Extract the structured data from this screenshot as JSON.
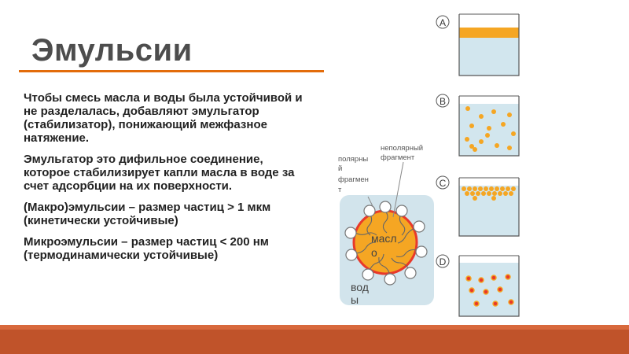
{
  "title": "Эмульсии",
  "paragraphs": [
    "Чтобы смесь масла и воды была устойчивой и не разделалась, добавляют эмульгатор (стабилизатор), понижающий межфазное натяжение.",
    "Эмульгатор это дифильное соединение, которое стабилизирует капли масла в воде за счет адсорбции на их поверхности.",
    "(Макро)эмульсии – размер частиц > 1 мкм (кинетически устойчивые)",
    "Микроэмульсии – размер частиц < 200 нм (термодинамически устойчивые)"
  ],
  "beakers": [
    {
      "letter": "A"
    },
    {
      "letter": "B"
    },
    {
      "letter": "C"
    },
    {
      "letter": "D"
    }
  ],
  "droplet_diagram": {
    "polar_label_lines": [
      "полярны",
      "й",
      "фрагмен",
      "т"
    ],
    "nonpolar_label_lines": [
      "неполярный",
      "фрагмент"
    ],
    "oil_label_lines": [
      "масл",
      "о"
    ],
    "water_label_lines": [
      "вод",
      "ы"
    ]
  },
  "colors": {
    "accent": "#e36c0a",
    "water": "#d2e6ee",
    "oil": "#f5a623",
    "oil_droplet": "#e8392a",
    "footer": "#c0532a",
    "panel": "#d2e4ec"
  }
}
